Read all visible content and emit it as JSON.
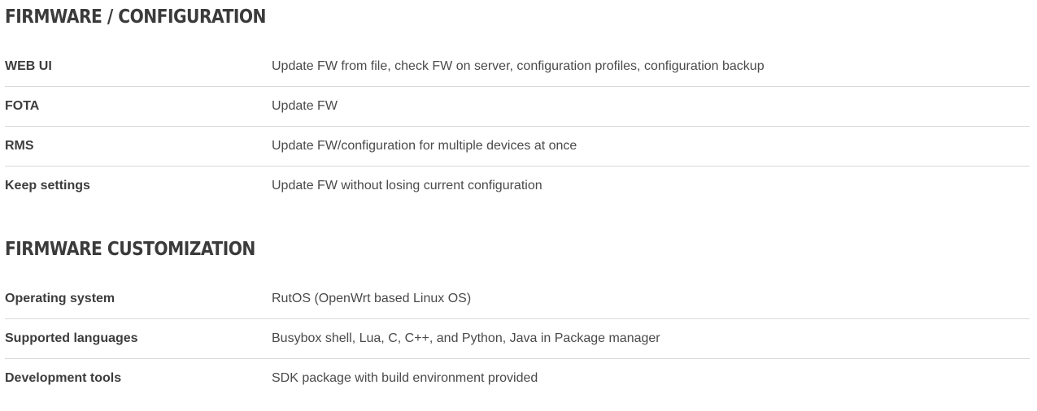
{
  "sections": [
    {
      "title": "FIRMWARE / CONFIGURATION",
      "rows": [
        {
          "label": "WEB UI",
          "value": "Update FW from file, check FW on server, configuration profiles, configuration backup"
        },
        {
          "label": "FOTA",
          "value": "Update FW"
        },
        {
          "label": "RMS",
          "value": "Update FW/configuration for multiple devices at once"
        },
        {
          "label": "Keep settings",
          "value": "Update FW without losing current configuration"
        }
      ]
    },
    {
      "title": "FIRMWARE CUSTOMIZATION",
      "rows": [
        {
          "label": "Operating system",
          "value": "RutOS (OpenWrt based Linux OS)"
        },
        {
          "label": "Supported languages",
          "value": "Busybox shell, Lua, C, C++, and Python, Java in Package manager"
        },
        {
          "label": "Development tools",
          "value": "SDK package with build environment provided"
        }
      ]
    }
  ]
}
